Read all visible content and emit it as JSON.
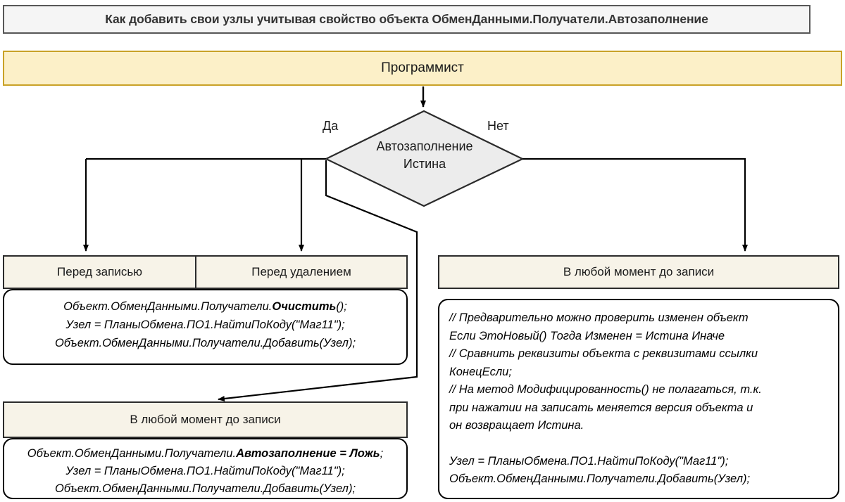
{
  "title": {
    "text": "Как добавить свои узлы учитывая свойство объекта ОбменДанными.Получатели.Автозаполнение"
  },
  "role": {
    "label": "Программист"
  },
  "decision": {
    "line1": "Автозаполнение",
    "line2": "Истина",
    "yes_label": "Да",
    "no_label": "Нет"
  },
  "headers": {
    "before_write": "Перед записью",
    "before_delete": "Перед удалением",
    "anytime_right": "В любой момент до записи",
    "anytime_left": "В любой момент до записи"
  },
  "code_left_top": {
    "l1_a": "Объект.ОбменДанными.Получатели.",
    "l1_b": "Очистить",
    "l1_c": "();",
    "l2": "Узел = ПланыОбмена.ПО1.НайтиПоКоду(\"Маг11\");",
    "l3": "Объект.ОбменДанными.Получатели.Добавить(Узел);"
  },
  "code_left_bottom": {
    "l1_a": "Объект.ОбменДанными.Получатели.",
    "l1_b": "Автозаполнение = Ложь",
    "l1_c": ";",
    "l2": "Узел = ПланыОбмена.ПО1.НайтиПоКоду(\"Маг11\");",
    "l3": "Объект.ОбменДанными.Получатели.Добавить(Узел);"
  },
  "code_right": {
    "l1": "// Предварительно можно проверить изменен объект",
    "l2": "Если ЭтоНовый() Тогда Изменен = Истина Иначе",
    "l3": "// Сравнить реквизиты объекта с реквизитами ссылки",
    "l4": "КонецЕсли;",
    "l5": "// На метод Модифицированность() не полагаться, т.к.",
    "l6": "при нажатии на записать меняется версия объекта и",
    "l7": "он возвращает Истина.",
    "l8": "Узел = ПланыОбмена.ПО1.НайтиПоКоду(\"Маг11\");",
    "l9": "Объект.ОбменДанными.Получатели.Добавить(Узел);"
  },
  "colors": {
    "title_border": "#575757",
    "title_fill": "#f5f5f5",
    "role_fill": "#fcf0c8",
    "role_border": "#c9a227",
    "header_fill": "#f7f3e8",
    "header_border": "#2b2b2b",
    "diamond_fill": "#ececec",
    "diamond_border": "#2b2b2b",
    "connector": "#000000",
    "code_fill": "#ffffff",
    "code_border": "#000000"
  }
}
